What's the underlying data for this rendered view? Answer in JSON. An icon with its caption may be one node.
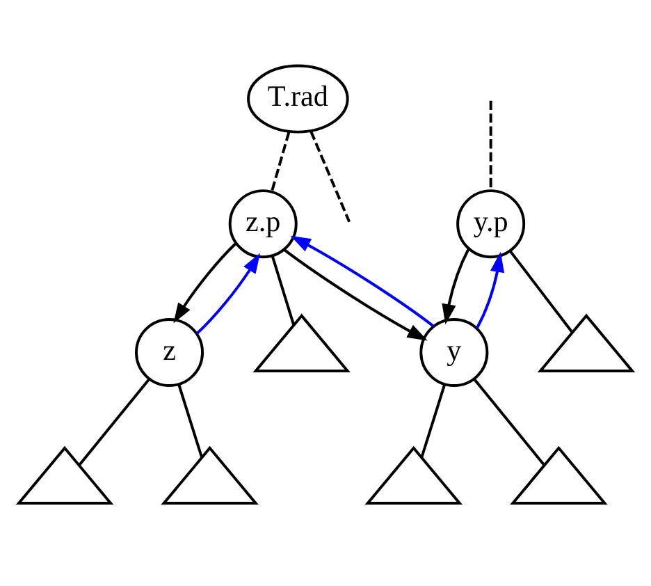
{
  "diagram": {
    "nodes": [
      {
        "text": [
          "T.rad"
        ]
      },
      {
        "text": [
          "z.p"
        ]
      },
      {
        "text": [
          "z"
        ]
      },
      {
        "text": [],
        "shape": "triangle"
      },
      {
        "text": [
          "y.p"
        ]
      },
      {
        "text": [],
        "shape": "triangle"
      },
      {
        "text": [],
        "shape": "triangle"
      },
      {
        "text": [
          "y"
        ]
      },
      {
        "text": [],
        "shape": "triangle"
      },
      {
        "text": [],
        "shape": "triangle"
      },
      {
        "text": [],
        "shape": "triangle"
      }
    ],
    "edges": [
      {
        "from": 0,
        "to": 1,
        "arrow": "none",
        "style": "dashed"
      },
      {
        "from": 0,
        "to": null,
        "arrow": "none",
        "style": "dashed"
      },
      {
        "from": null,
        "to": 4,
        "arrow": "none",
        "style": "dashed"
      },
      {
        "from": 2,
        "to": 1,
        "arrow": "to",
        "color": "#0000ff"
      },
      {
        "from": 1,
        "to": 2,
        "arrow": "to"
      },
      {
        "from": 1,
        "to": 3,
        "arrow": "none"
      },
      {
        "from": 2,
        "to": 5,
        "arrow": "none"
      },
      {
        "from": 2,
        "to": 6,
        "arrow": "none"
      },
      {
        "from": 4,
        "to": 7,
        "arrow": "to"
      },
      {
        "from": 7,
        "to": 4,
        "arrow": "to",
        "color": "#0000ff"
      },
      {
        "from": 4,
        "to": 8,
        "arrow": "none"
      },
      {
        "from": 7,
        "to": 9,
        "arrow": "none"
      },
      {
        "from": 7,
        "to": 10,
        "arrow": "none"
      },
      {
        "from": 1,
        "to": 7,
        "arrow": "to"
      },
      {
        "from": 7,
        "to": 1,
        "arrow": "to",
        "color": "#0000ff"
      }
    ]
  }
}
